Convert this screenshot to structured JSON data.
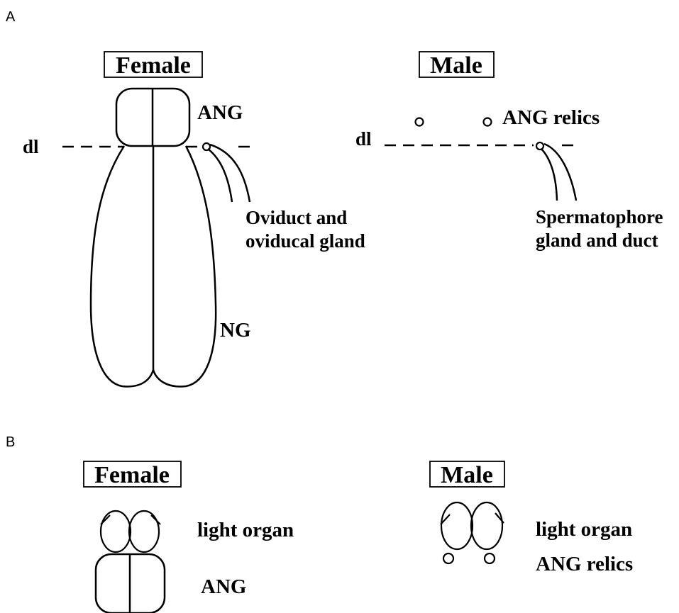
{
  "panels": {
    "a": {
      "letter": "A",
      "female": {
        "title": "Female",
        "ang_label": "ANG",
        "dl_label": "dl",
        "oviduct_label_line1": "Oviduct and",
        "oviduct_label_line2": "oviducal gland",
        "ng_label": "NG"
      },
      "male": {
        "title": "Male",
        "ang_relics_label": "ANG relics",
        "dl_label": "dl",
        "spermatophore_label_line1": "Spermatophore",
        "spermatophore_label_line2": "gland and duct"
      }
    },
    "b": {
      "letter": "B",
      "female": {
        "title": "Female",
        "light_organ_label": "light organ",
        "ang_label": "ANG"
      },
      "male": {
        "title": "Male",
        "light_organ_label": "light organ",
        "ang_relics_label": "ANG relics"
      }
    }
  }
}
